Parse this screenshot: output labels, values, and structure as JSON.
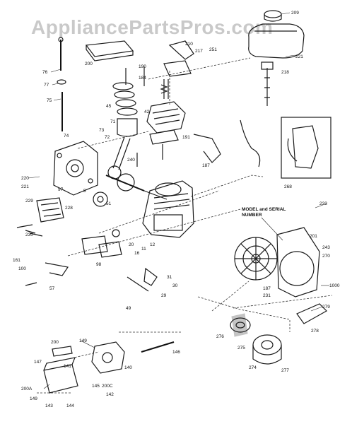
{
  "watermark": "AppliancePartsPros.com",
  "notes": {
    "model_serial_1": "MODEL and SERIAL",
    "model_serial_2": "NUMBER"
  },
  "labels": [
    {
      "id": "l209",
      "text": "209"
    },
    {
      "id": "l210",
      "text": "210"
    },
    {
      "id": "l217",
      "text": "217"
    },
    {
      "id": "l251",
      "text": "251"
    },
    {
      "id": "l200",
      "text": "200"
    },
    {
      "id": "l221",
      "text": "221"
    },
    {
      "id": "l218",
      "text": "218"
    },
    {
      "id": "l76",
      "text": "76"
    },
    {
      "id": "l77",
      "text": "77"
    },
    {
      "id": "l75",
      "text": "75"
    },
    {
      "id": "l190",
      "text": "190"
    },
    {
      "id": "l184",
      "text": "184"
    },
    {
      "id": "l45",
      "text": "45"
    },
    {
      "id": "l42",
      "text": "42"
    },
    {
      "id": "l73",
      "text": "73"
    },
    {
      "id": "l72",
      "text": "72"
    },
    {
      "id": "l71",
      "text": "71"
    },
    {
      "id": "l74",
      "text": "74"
    },
    {
      "id": "l191",
      "text": "191"
    },
    {
      "id": "l187",
      "text": "187"
    },
    {
      "id": "l220",
      "text": "220"
    },
    {
      "id": "l221b",
      "text": "221"
    },
    {
      "id": "l97",
      "text": "97"
    },
    {
      "id": "l5",
      "text": "5"
    },
    {
      "id": "l229",
      "text": "229"
    },
    {
      "id": "l228",
      "text": "228"
    },
    {
      "id": "l161",
      "text": "161"
    },
    {
      "id": "l100",
      "text": "100"
    },
    {
      "id": "l57",
      "text": "57"
    },
    {
      "id": "l51",
      "text": "51"
    },
    {
      "id": "l98",
      "text": "98"
    },
    {
      "id": "l20",
      "text": "20"
    },
    {
      "id": "l16",
      "text": "16"
    },
    {
      "id": "l11",
      "text": "11"
    },
    {
      "id": "l12",
      "text": "12"
    },
    {
      "id": "l230",
      "text": "230"
    },
    {
      "id": "l201",
      "text": "201"
    },
    {
      "id": "l233",
      "text": "233"
    },
    {
      "id": "l243",
      "text": "243"
    },
    {
      "id": "l270",
      "text": "270"
    },
    {
      "id": "l1000",
      "text": "1000"
    },
    {
      "id": "l187b",
      "text": "187"
    },
    {
      "id": "l231",
      "text": "231"
    },
    {
      "id": "l279",
      "text": "279"
    },
    {
      "id": "l278",
      "text": "278"
    },
    {
      "id": "l276",
      "text": "276"
    },
    {
      "id": "l275",
      "text": "275"
    },
    {
      "id": "l277",
      "text": "277"
    },
    {
      "id": "l274",
      "text": "274"
    },
    {
      "id": "l200b",
      "text": "200"
    },
    {
      "id": "l149",
      "text": "149"
    },
    {
      "id": "l147",
      "text": "147"
    },
    {
      "id": "l200A",
      "text": "200A"
    },
    {
      "id": "l149b",
      "text": "149"
    },
    {
      "id": "l143",
      "text": "143"
    },
    {
      "id": "l142",
      "text": "142"
    },
    {
      "id": "l145",
      "text": "145"
    },
    {
      "id": "l200C",
      "text": "200C"
    },
    {
      "id": "l144",
      "text": "144"
    },
    {
      "id": "l140",
      "text": "140"
    },
    {
      "id": "l146",
      "text": "146"
    },
    {
      "id": "l141",
      "text": "141"
    },
    {
      "id": "l31",
      "text": "31"
    },
    {
      "id": "l30",
      "text": "30"
    },
    {
      "id": "l29",
      "text": "29"
    },
    {
      "id": "l268",
      "text": "268"
    },
    {
      "id": "l49",
      "text": "49"
    },
    {
      "id": "l240",
      "text": "240"
    }
  ]
}
